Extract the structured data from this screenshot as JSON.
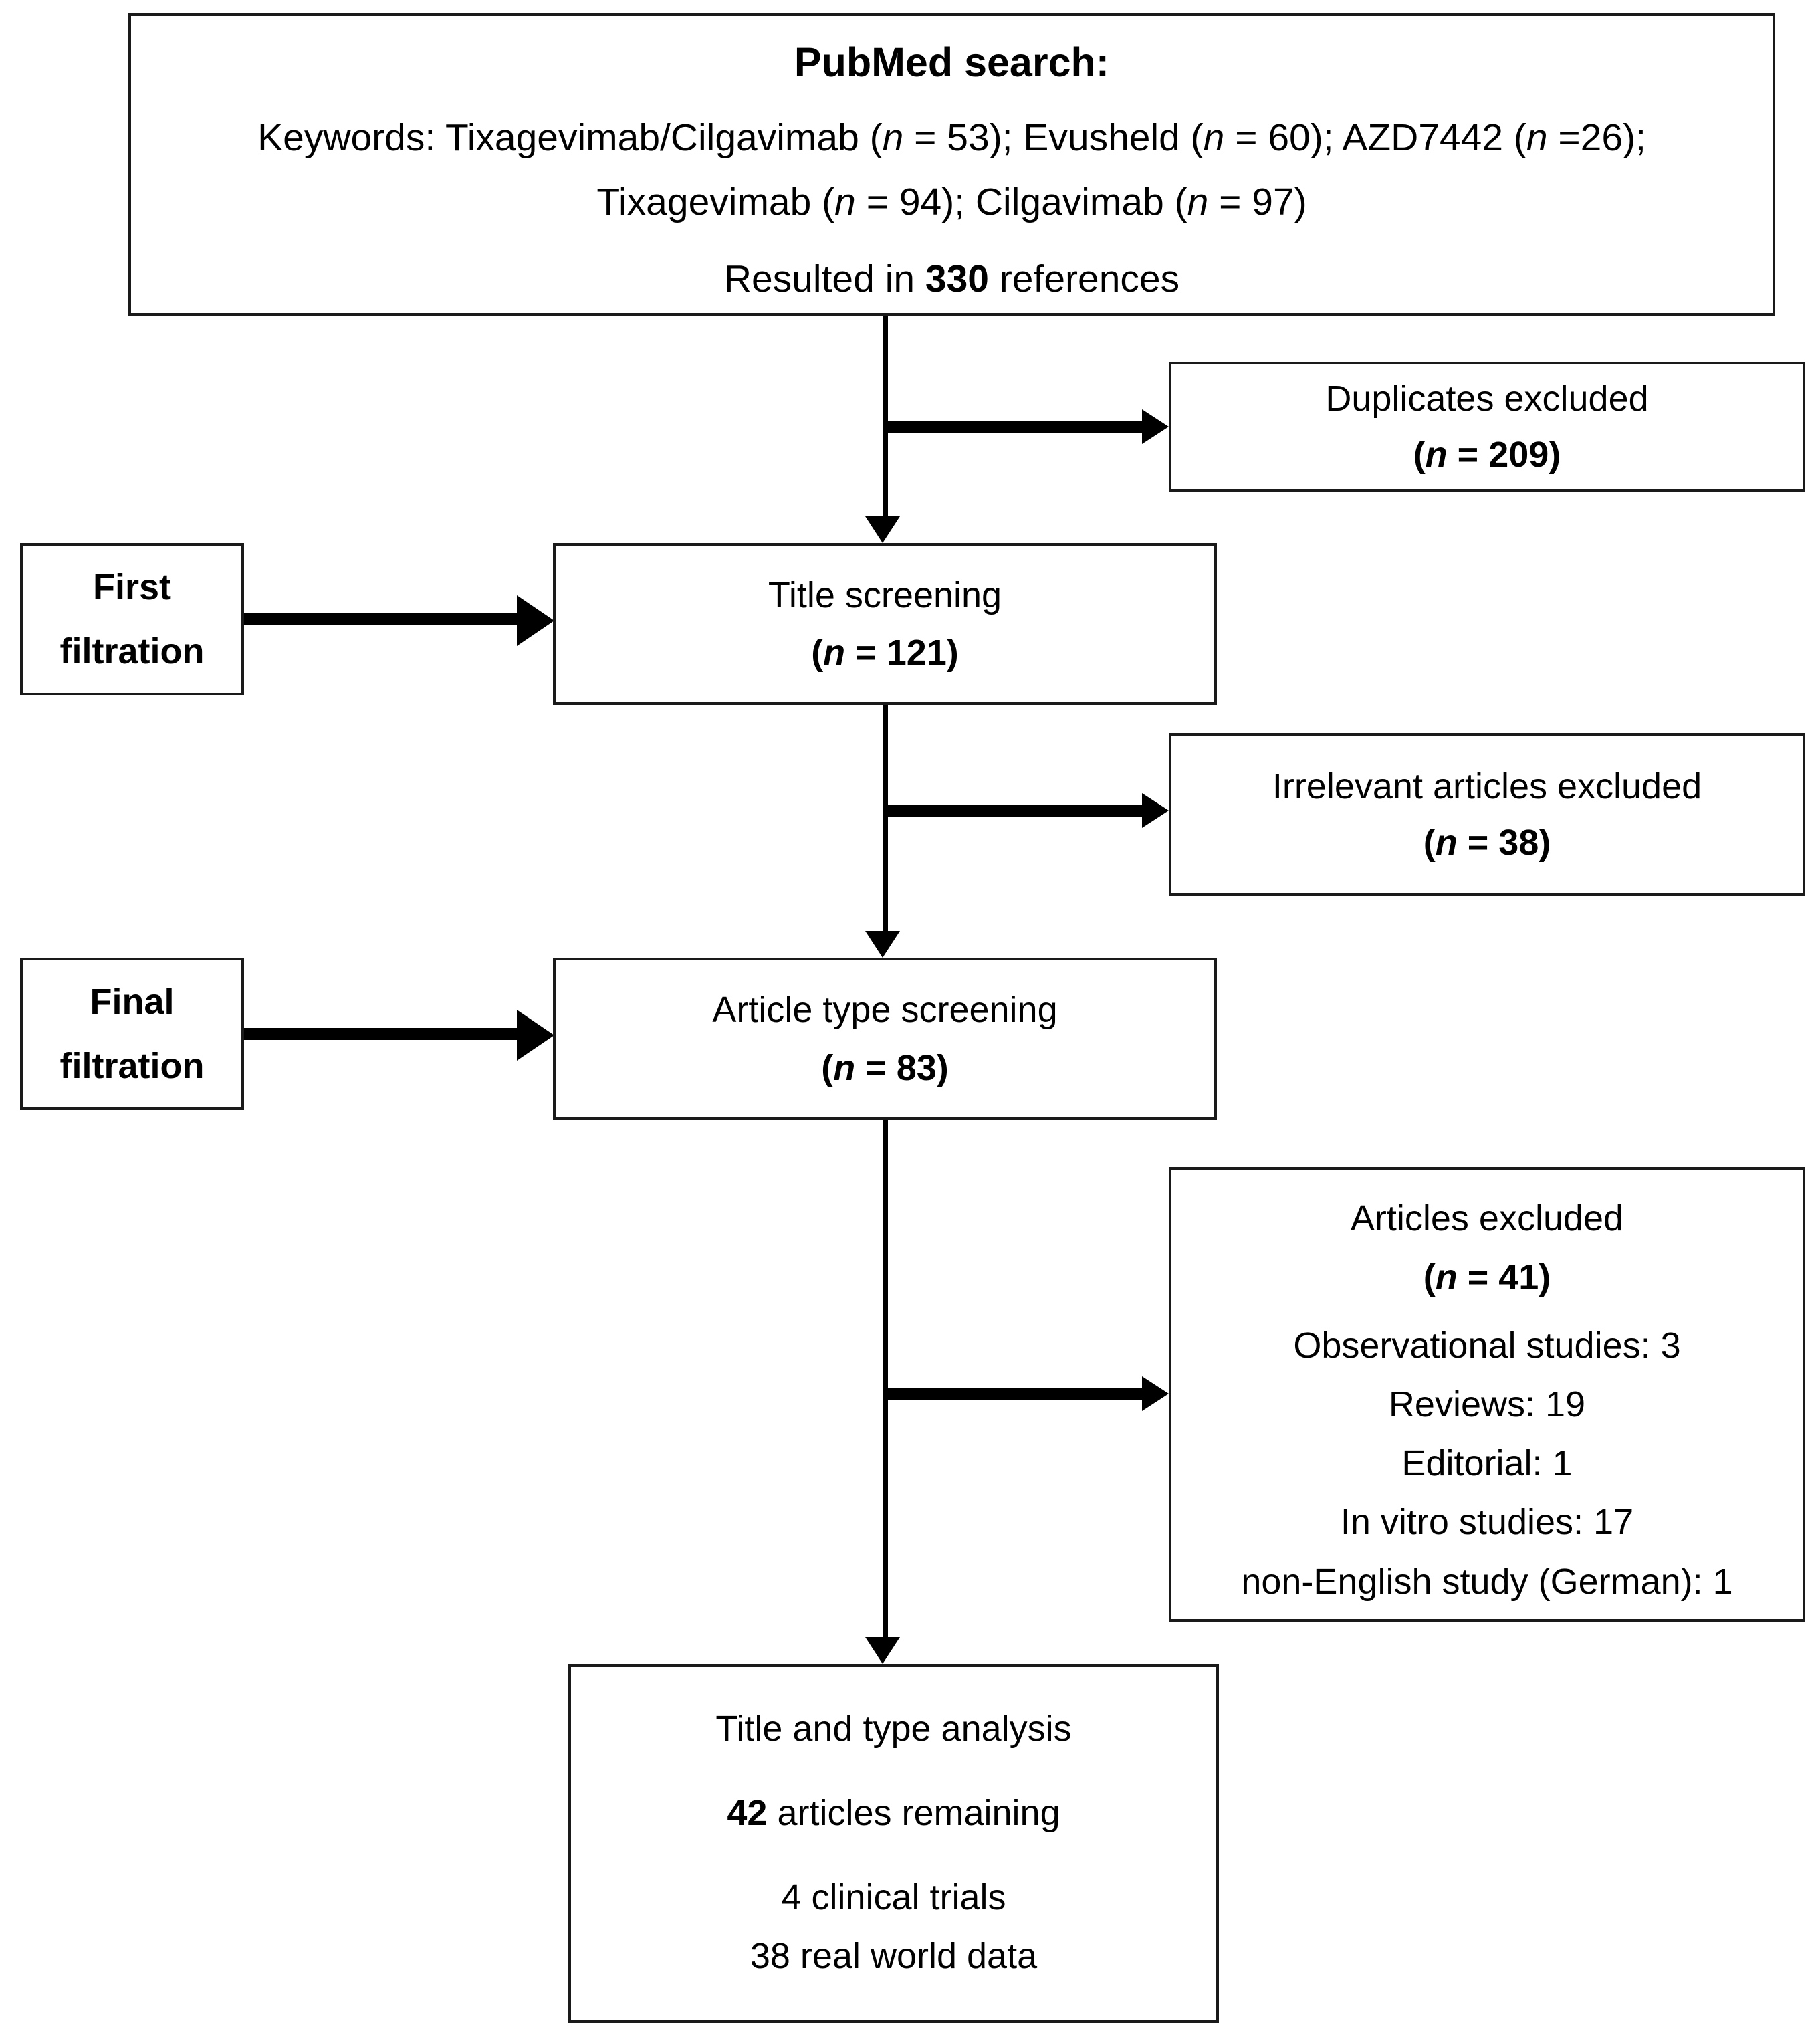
{
  "diagram": {
    "title": "PubMed search flow diagram",
    "accent_color": "#000000",
    "background_color": "#ffffff",
    "box_border_color": "#1a1a1a"
  },
  "search_box": {
    "title": "PubMed search:",
    "keywords_line1_prefix": "Keywords: Tixagevimab/Cilgavimab (",
    "kw1_n": "n",
    "kw1_eq1": " = 53); Evusheld (",
    "kw2_n": "n",
    "kw2_eq": " = 60); AZD7442 (",
    "kw3_n": "n",
    "kw3_eq": " =26);",
    "keywords_line2_prefix": "Tixagevimab (",
    "kw4_n": "n",
    "kw4_eq": " = 94); Cilgavimab (",
    "kw5_n": "n",
    "kw5_eq": " = 97)",
    "result_prefix": "Resulted in ",
    "result_count": "330",
    "result_suffix": " references"
  },
  "duplicates_box": {
    "label": "Duplicates excluded",
    "count_open": "(",
    "count_n": "n",
    "count_value": " = 209)"
  },
  "title_screening_box": {
    "label": "Title screening",
    "count_open": "(",
    "count_n": "n",
    "count_value": " = 121)"
  },
  "irrelevant_box": {
    "label": "Irrelevant articles excluded",
    "count_open": "(",
    "count_n": "n",
    "count_value": " = 38)"
  },
  "type_screening_box": {
    "label": "Article type screening",
    "count_open": "(",
    "count_n": "n",
    "count_value": " = 83)"
  },
  "articles_excluded_box": {
    "label": "Articles excluded",
    "count_open": "(",
    "count_n": "n",
    "count_value": " = 41)",
    "breakdown": [
      "Observational studies: 3",
      "Reviews: 19",
      "Editorial: 1",
      "In vitro studies: 17",
      "non-English study (German): 1"
    ]
  },
  "final_box": {
    "label": "Title and type analysis",
    "remaining_count": "42",
    "remaining_suffix": " articles remaining",
    "clinical_trials": "4 clinical trials",
    "real_world_data": "38 real world data"
  },
  "first_filtration_box": {
    "line1": "First",
    "line2": "filtration"
  },
  "final_filtration_box": {
    "line1": "Final",
    "line2": "filtration"
  },
  "chart_data": {
    "type": "table",
    "title": "PubMed search: PRISMA style selection flow",
    "nodes": [
      {
        "id": "search",
        "label": "PubMed search",
        "value": 330,
        "stage": "identification"
      },
      {
        "id": "duplicates_excluded",
        "label": "Duplicates excluded",
        "value": 209,
        "stage": "exclusion"
      },
      {
        "id": "title_screening",
        "label": "Title screening",
        "value": 121,
        "stage": "screening"
      },
      {
        "id": "irrelevant_excluded",
        "label": "Irrelevant articles excluded",
        "value": 38,
        "stage": "exclusion"
      },
      {
        "id": "article_type_screening",
        "label": "Article type screening",
        "value": 83,
        "stage": "screening"
      },
      {
        "id": "articles_excluded",
        "label": "Articles excluded",
        "value": 41,
        "stage": "exclusion"
      },
      {
        "id": "final_analysis",
        "label": "Title and type analysis",
        "value": 42,
        "stage": "included"
      }
    ],
    "keyword_counts": [
      {
        "keyword": "Tixagevimab/Cilgavimab",
        "n": 53
      },
      {
        "keyword": "Evusheld",
        "n": 60
      },
      {
        "keyword": "AZD7442",
        "n": 26
      },
      {
        "keyword": "Tixagevimab",
        "n": 94
      },
      {
        "keyword": "Cilgavimab",
        "n": 97
      }
    ],
    "exclusion_breakdown": [
      {
        "reason": "Observational studies",
        "n": 3
      },
      {
        "reason": "Reviews",
        "n": 19
      },
      {
        "reason": "Editorial",
        "n": 1
      },
      {
        "reason": "In vitro studies",
        "n": 17
      },
      {
        "reason": "non-English study (German)",
        "n": 1
      }
    ],
    "included_breakdown": [
      {
        "type": "clinical trials",
        "n": 4
      },
      {
        "type": "real world data",
        "n": 38
      }
    ],
    "edges": [
      {
        "from": "search",
        "to": "title_screening"
      },
      {
        "from": "search",
        "to": "duplicates_excluded"
      },
      {
        "from": "first_filtration",
        "to": "title_screening"
      },
      {
        "from": "title_screening",
        "to": "article_type_screening"
      },
      {
        "from": "title_screening",
        "to": "irrelevant_excluded"
      },
      {
        "from": "final_filtration",
        "to": "article_type_screening"
      },
      {
        "from": "article_type_screening",
        "to": "final_analysis"
      },
      {
        "from": "article_type_screening",
        "to": "articles_excluded"
      }
    ]
  }
}
